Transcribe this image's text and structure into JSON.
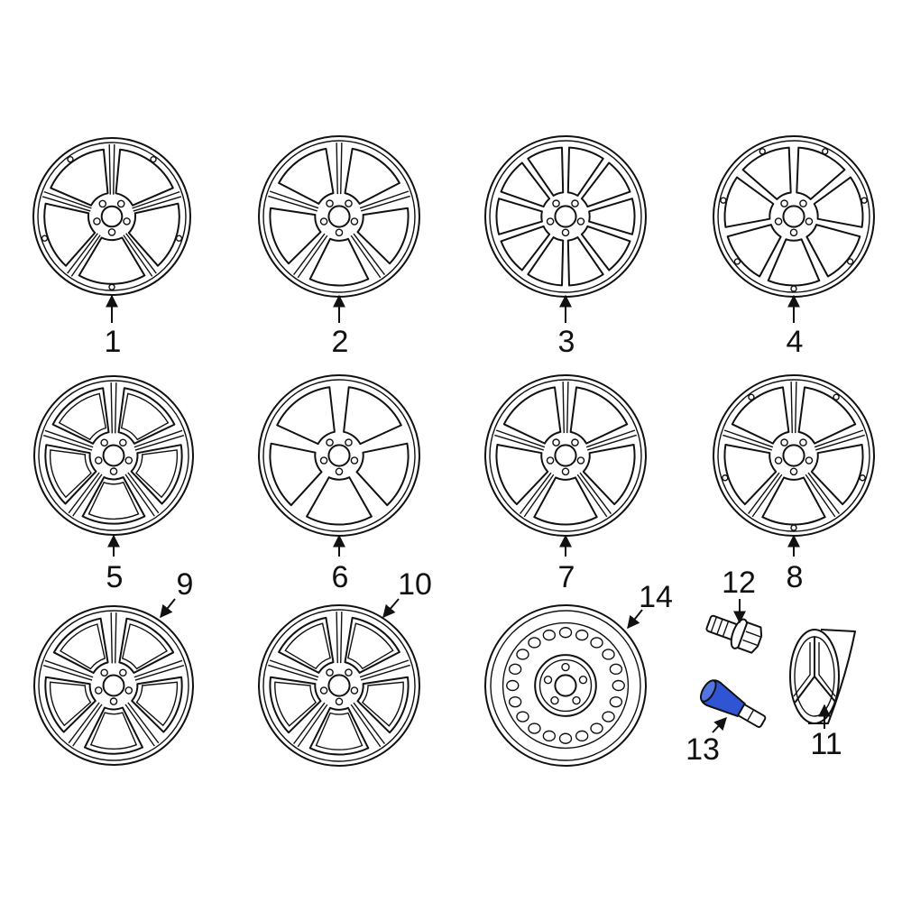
{
  "diagram": {
    "parts": [
      {
        "id": "1",
        "label": "1",
        "name": "wheel-1"
      },
      {
        "id": "2",
        "label": "2",
        "name": "wheel-2"
      },
      {
        "id": "3",
        "label": "3",
        "name": "wheel-3"
      },
      {
        "id": "4",
        "label": "4",
        "name": "wheel-4"
      },
      {
        "id": "5",
        "label": "5",
        "name": "wheel-5"
      },
      {
        "id": "6",
        "label": "6",
        "name": "wheel-6"
      },
      {
        "id": "7",
        "label": "7",
        "name": "wheel-7"
      },
      {
        "id": "8",
        "label": "8",
        "name": "wheel-8"
      },
      {
        "id": "9",
        "label": "9",
        "name": "wheel-9"
      },
      {
        "id": "10",
        "label": "10",
        "name": "wheel-10"
      },
      {
        "id": "11",
        "label": "11",
        "name": "center-cap"
      },
      {
        "id": "12",
        "label": "12",
        "name": "wheel-bolt"
      },
      {
        "id": "13",
        "label": "13",
        "name": "valve-stem"
      },
      {
        "id": "14",
        "label": "14",
        "name": "spare-wheel"
      }
    ],
    "highlight_color": "#2f55d4"
  }
}
